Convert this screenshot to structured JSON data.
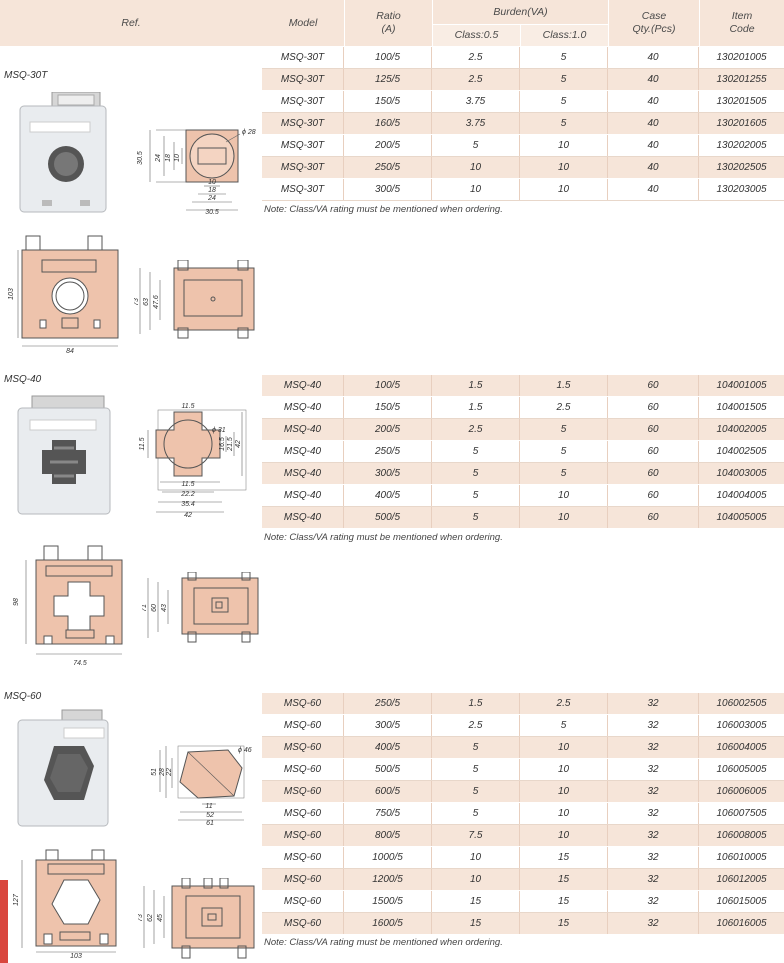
{
  "header": {
    "ref": "Ref.",
    "model": "Model",
    "ratio": "Ratio\n(A)",
    "burden": "Burden(VA)",
    "class05": "Class:0.5",
    "class10": "Class:1.0",
    "case_qty": "Case\nQty.(Pcs)",
    "item_code": "Item\nCode"
  },
  "note": "Note: Class/VA rating must be mentioned when ordering.",
  "sections": [
    {
      "name": "MSQ-30T",
      "dims": [
        "30.5",
        "24",
        "18",
        "10",
        "18",
        "24",
        "30.5",
        "ϕ 28",
        "10"
      ],
      "front_dims": [
        "103",
        "84"
      ],
      "side_dims": [
        "73",
        "63",
        "47.6"
      ],
      "rows": [
        {
          "model": "MSQ-30T",
          "ratio": "100/5",
          "c05": "2.5",
          "c10": "5",
          "qty": "40",
          "code": "130201005"
        },
        {
          "model": "MSQ-30T",
          "ratio": "125/5",
          "c05": "2.5",
          "c10": "5",
          "qty": "40",
          "code": "130201255"
        },
        {
          "model": "MSQ-30T",
          "ratio": "150/5",
          "c05": "3.75",
          "c10": "5",
          "qty": "40",
          "code": "130201505"
        },
        {
          "model": "MSQ-30T",
          "ratio": "160/5",
          "c05": "3.75",
          "c10": "5",
          "qty": "40",
          "code": "130201605"
        },
        {
          "model": "MSQ-30T",
          "ratio": "200/5",
          "c05": "5",
          "c10": "10",
          "qty": "40",
          "code": "130202005"
        },
        {
          "model": "MSQ-30T",
          "ratio": "250/5",
          "c05": "10",
          "c10": "10",
          "qty": "40",
          "code": "130202505"
        },
        {
          "model": "MSQ-30T",
          "ratio": "300/5",
          "c05": "10",
          "c10": "10",
          "qty": "40",
          "code": "130203005"
        }
      ]
    },
    {
      "name": "MSQ-40",
      "dims": [
        "11.5",
        "11.5",
        "ϕ 31",
        "16.5",
        "21.5",
        "42",
        "11.5",
        "22.2",
        "35.4",
        "42"
      ],
      "front_dims": [
        "98",
        "74.5"
      ],
      "side_dims": [
        "71",
        "60",
        "43"
      ],
      "rows": [
        {
          "model": "MSQ-40",
          "ratio": "100/5",
          "c05": "1.5",
          "c10": "1.5",
          "qty": "60",
          "code": "104001005"
        },
        {
          "model": "MSQ-40",
          "ratio": "150/5",
          "c05": "1.5",
          "c10": "2.5",
          "qty": "60",
          "code": "104001505"
        },
        {
          "model": "MSQ-40",
          "ratio": "200/5",
          "c05": "2.5",
          "c10": "5",
          "qty": "60",
          "code": "104002005"
        },
        {
          "model": "MSQ-40",
          "ratio": "250/5",
          "c05": "5",
          "c10": "5",
          "qty": "60",
          "code": "104002505"
        },
        {
          "model": "MSQ-40",
          "ratio": "300/5",
          "c05": "5",
          "c10": "5",
          "qty": "60",
          "code": "104003005"
        },
        {
          "model": "MSQ-40",
          "ratio": "400/5",
          "c05": "5",
          "c10": "10",
          "qty": "60",
          "code": "104004005"
        },
        {
          "model": "MSQ-40",
          "ratio": "500/5",
          "c05": "5",
          "c10": "10",
          "qty": "60",
          "code": "104005005"
        }
      ]
    },
    {
      "name": "MSQ-60",
      "dims": [
        "51",
        "28",
        "22",
        "ϕ 46",
        "11",
        "52",
        "61"
      ],
      "front_dims": [
        "127",
        "103"
      ],
      "side_dims": [
        "73",
        "62",
        "45"
      ],
      "rows": [
        {
          "model": "MSQ-60",
          "ratio": "250/5",
          "c05": "1.5",
          "c10": "2.5",
          "qty": "32",
          "code": "106002505"
        },
        {
          "model": "MSQ-60",
          "ratio": "300/5",
          "c05": "2.5",
          "c10": "5",
          "qty": "32",
          "code": "106003005"
        },
        {
          "model": "MSQ-60",
          "ratio": "400/5",
          "c05": "5",
          "c10": "10",
          "qty": "32",
          "code": "106004005"
        },
        {
          "model": "MSQ-60",
          "ratio": "500/5",
          "c05": "5",
          "c10": "10",
          "qty": "32",
          "code": "106005005"
        },
        {
          "model": "MSQ-60",
          "ratio": "600/5",
          "c05": "5",
          "c10": "10",
          "qty": "32",
          "code": "106006005"
        },
        {
          "model": "MSQ-60",
          "ratio": "750/5",
          "c05": "5",
          "c10": "10",
          "qty": "32",
          "code": "106007505"
        },
        {
          "model": "MSQ-60",
          "ratio": "800/5",
          "c05": "7.5",
          "c10": "10",
          "qty": "32",
          "code": "106008005"
        },
        {
          "model": "MSQ-60",
          "ratio": "1000/5",
          "c05": "10",
          "c10": "15",
          "qty": "32",
          "code": "106010005"
        },
        {
          "model": "MSQ-60",
          "ratio": "1200/5",
          "c05": "10",
          "c10": "15",
          "qty": "32",
          "code": "106012005"
        },
        {
          "model": "MSQ-60",
          "ratio": "1500/5",
          "c05": "15",
          "c10": "15",
          "qty": "32",
          "code": "106015005"
        },
        {
          "model": "MSQ-60",
          "ratio": "1600/5",
          "c05": "15",
          "c10": "15",
          "qty": "32",
          "code": "106016005"
        }
      ]
    }
  ],
  "colors": {
    "header_bg": "#f6e5d9",
    "alt_row": "#f6e5d9",
    "drawing_fill": "#eec3ac",
    "accent": "#d9463e"
  }
}
